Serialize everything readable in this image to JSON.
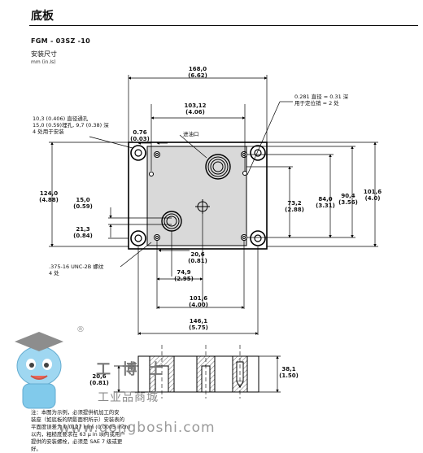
{
  "header": {
    "title": "底板",
    "model": "FGM - 03SZ -10",
    "section": "安装尺寸",
    "units": "mm (in.Is)"
  },
  "dimensions": {
    "overall_width": "168,0",
    "overall_width_in": "(6.62)",
    "hole_span": "103,12",
    "hole_span_in": "(4.06)",
    "pin_offset": "0.76",
    "pin_offset_in": "(0.03)",
    "height_total": "124,0",
    "height_total_in": "(4.88)",
    "left_15": "15,0",
    "left_15_in": "(0.59)",
    "left_21": "21,3",
    "left_21_in": "(0.84)",
    "right_73": "73,2",
    "right_73_in": "(2.88)",
    "right_84": "84,0",
    "right_84_in": "(3.31)",
    "right_90": "90,4",
    "right_90_in": "(3.56)",
    "right_101": "101,6",
    "right_101_in": "(4.0)",
    "bottom_20": "20,6",
    "bottom_20_in": "(0.81)",
    "bottom_74": "74,9",
    "bottom_74_in": "(2.95)",
    "bottom_101": "101,6",
    "bottom_101_in": "(4.00)",
    "bottom_146": "146,1",
    "bottom_146_in": "(5.75)",
    "side_38": "38,1",
    "side_38_in": "(1.50)",
    "side_20": "20,6",
    "side_20_in": "(0.81)"
  },
  "annotations": {
    "through_hole_1": "10,3 (0.406) 直径通孔",
    "through_hole_2": "15,0 (0.59)埋孔, 9,7 (0.38) 深",
    "through_hole_3": "4 处用于安装",
    "pin_hole_1": "0.281 直径 = 0.31 深",
    "pin_hole_2": "用于定位销 = 2 处",
    "inlet": "进油口",
    "thread_1": ".375-16 UNC-2B 螺纹",
    "thread_2": "4 处"
  },
  "footnote": [
    "注：本图为示例，必须提供机加工的安",
    "装座（如底板的阴影面积所示）安装表的",
    "平面度误差为 0.0127 mm (0.0005 inch)",
    "以内，粗糙度要求在 63 µ in 以内或用户",
    "提供的安装螺栓，必须是 SAE 7 级或更",
    "好。"
  ],
  "watermark": {
    "brand_chars": "工 博 士",
    "brand_sub": "工业品商城",
    "url": "www.gongboshi.com",
    "registered": "®"
  }
}
